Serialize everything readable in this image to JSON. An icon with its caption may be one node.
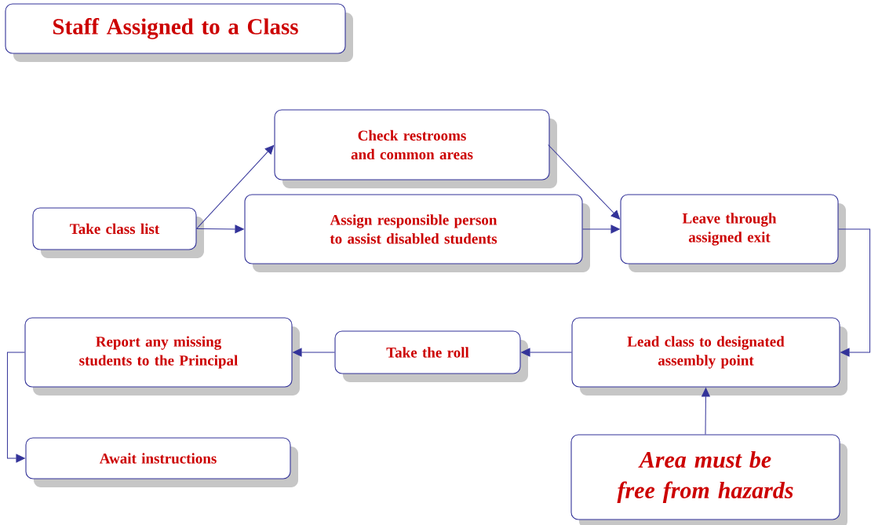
{
  "diagram": {
    "nodes": [
      {
        "text": [
          "Staff Assigned to a Class"
        ]
      },
      {
        "text": [
          "Take class list"
        ]
      },
      {
        "text": [
          "Check restrooms and common areas"
        ]
      },
      {
        "text": [
          "Assign responsible person to assist disabled students"
        ]
      },
      {
        "text": [
          "Leave through assigned exit"
        ]
      },
      {
        "text": [
          "Lead class to designated assembly point"
        ]
      },
      {
        "text": [
          "Take the roll"
        ]
      },
      {
        "text": [
          "Report any missing students to the Principal"
        ]
      },
      {
        "text": [
          "Await instructions"
        ]
      },
      {
        "text": [
          "Area must be free from hazards"
        ]
      }
    ],
    "edges": [
      {
        "from": 1,
        "to": 2,
        "arrow": "to"
      },
      {
        "from": 1,
        "to": 3,
        "arrow": "to"
      },
      {
        "from": 2,
        "to": 4,
        "arrow": "to"
      },
      {
        "from": 3,
        "to": 4,
        "arrow": "to"
      },
      {
        "from": 4,
        "to": 5,
        "arrow": "to"
      },
      {
        "from": 5,
        "to": 6,
        "arrow": "to"
      },
      {
        "from": 6,
        "to": 7,
        "arrow": "to"
      },
      {
        "from": 7,
        "to": 8,
        "arrow": "to"
      },
      {
        "from": 9,
        "to": 5,
        "arrow": "to"
      }
    ]
  }
}
